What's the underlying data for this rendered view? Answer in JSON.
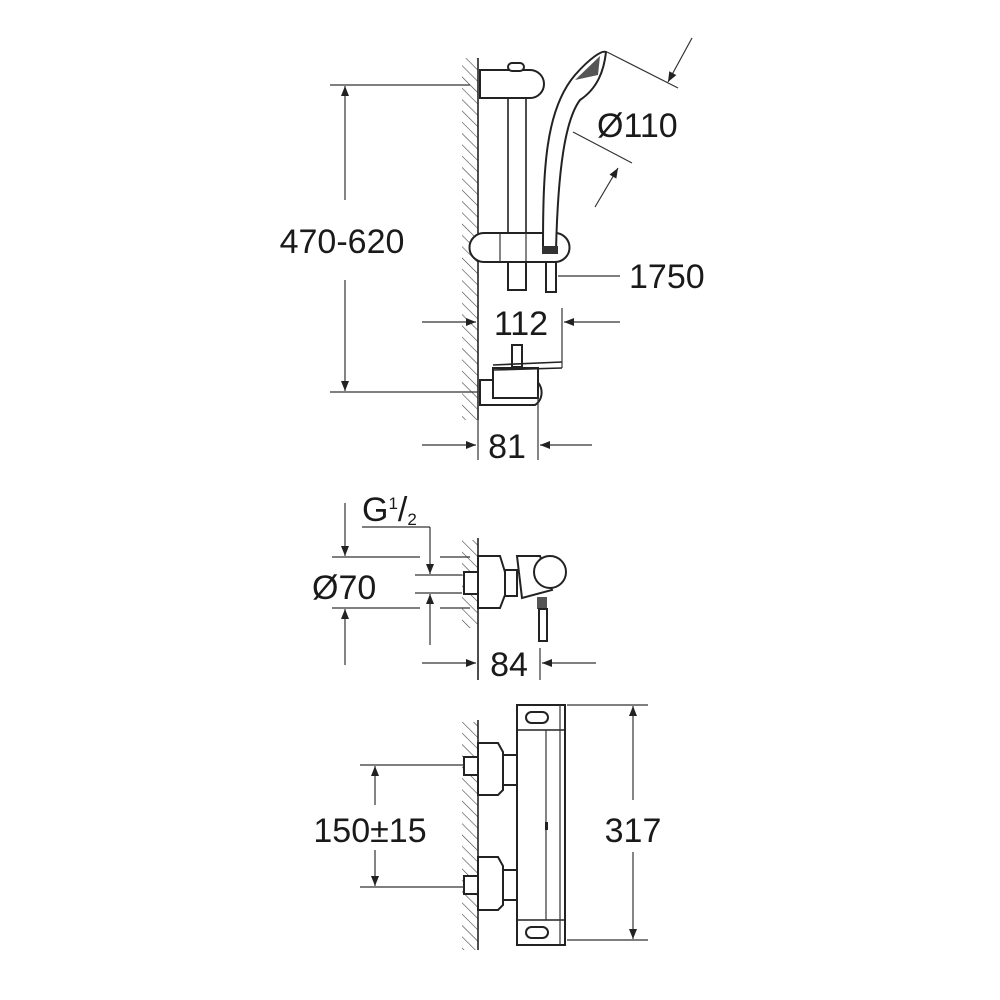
{
  "dimensions": {
    "rail_height": "470-620",
    "head_diameter": "Ø110",
    "hose_length": "1750",
    "rail_depth": "112",
    "bracket_depth": "81",
    "thread": {
      "main": "G",
      "sup": "1",
      "slash": "/",
      "sub": "2"
    },
    "body_diameter": "Ø70",
    "body_depth": "84",
    "inlet_spacing": "150±15",
    "body_height": "317"
  },
  "colors": {
    "line": "#222222",
    "background": "#ffffff"
  }
}
